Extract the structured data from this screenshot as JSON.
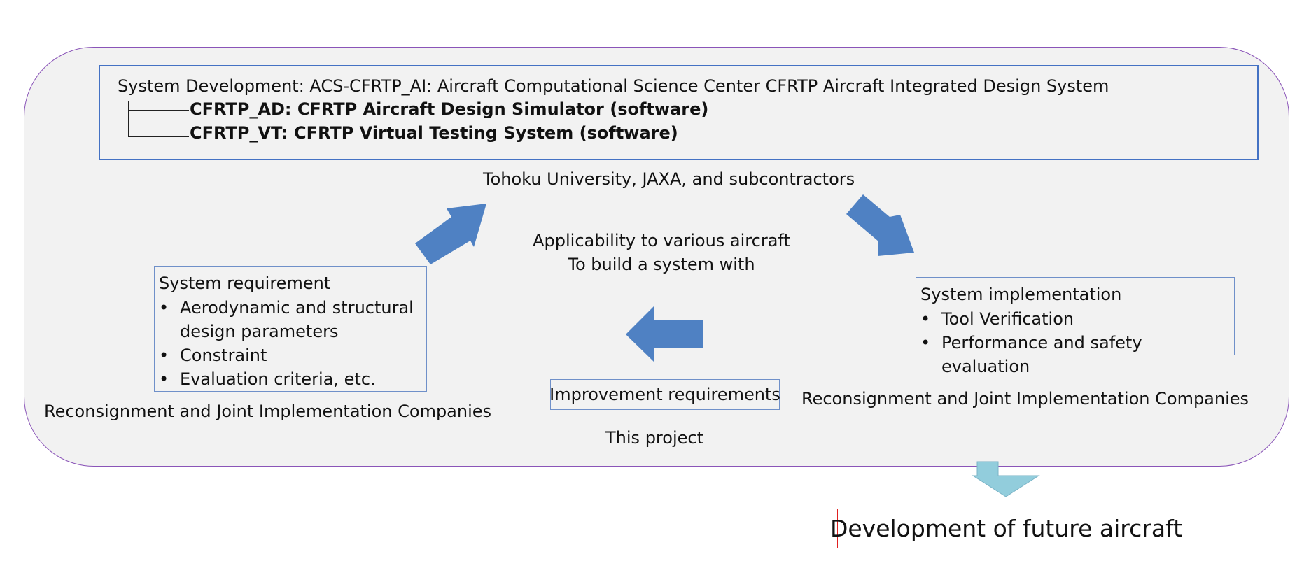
{
  "system": {
    "title": "System Development: ACS-CFRTP_AI: Aircraft Computational Science Center CFRTP Aircraft Integrated Design System",
    "items": [
      "CFRTP_AD: CFRTP Aircraft Design Simulator (software)",
      "CFRTP_VT: CFRTP Virtual Testing System (software)"
    ]
  },
  "developer_label": "Tohoku University, JAXA, and subcontractors",
  "center_text": {
    "line1": "Applicability to various aircraft",
    "line2": "To build a system with"
  },
  "requirement_box": {
    "title": "System requirement",
    "bullets": [
      "Aerodynamic and structural design parameters",
      "Constraint",
      "Evaluation criteria, etc."
    ]
  },
  "implementation_box": {
    "title": "System implementation",
    "bullets": [
      "Tool Verification",
      "Performance and safety evaluation"
    ]
  },
  "improvement_label": "Improvement requirements",
  "left_company_label": "Reconsignment and Joint Implementation Companies",
  "right_company_label": "Reconsignment and Joint Implementation Companies",
  "project_label": "This project",
  "goal_label": "Development of future aircraft",
  "colors": {
    "frame_border": "#8a54b8",
    "frame_fill": "#f2f2f2",
    "box_border": "#4472c4",
    "arrow_blue": "#4f81c3",
    "output_arrow": "#92cddc",
    "goal_border": "#e02020"
  }
}
